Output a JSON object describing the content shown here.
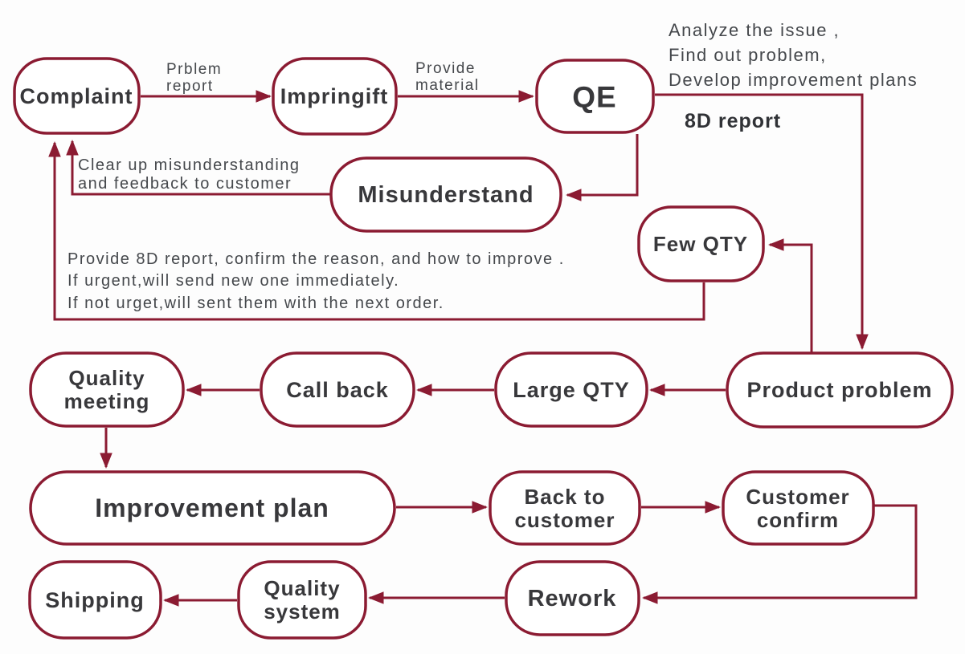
{
  "diagram": {
    "type": "flowchart",
    "subject": "customer complaint handling process",
    "colors": {
      "line": "#8b1b32",
      "node_fill": "#ffffff",
      "node_text": "#38383b",
      "annotation_text": "#45484c",
      "background": "#fdfdfd"
    },
    "nodes": {
      "complaint": {
        "label": "Complaint"
      },
      "impringift": {
        "label": "Impringift"
      },
      "qe": {
        "label": "QE"
      },
      "misunderstand": {
        "label": "Misunderstand"
      },
      "few_qty": {
        "label": "Few QTY"
      },
      "product_problem": {
        "label": "Product problem"
      },
      "large_qty": {
        "label": "Large QTY"
      },
      "call_back": {
        "label": "Call back"
      },
      "quality_meeting": {
        "lines": [
          "Quality",
          "meeting"
        ]
      },
      "improvement_plan": {
        "label": "Improvement plan"
      },
      "back_to_customer": {
        "lines": [
          "Back to",
          "customer"
        ]
      },
      "customer_confirm": {
        "lines": [
          "Customer",
          "confirm"
        ]
      },
      "rework": {
        "label": "Rework"
      },
      "quality_system": {
        "lines": [
          "Quality",
          "system"
        ]
      },
      "shipping": {
        "label": "Shipping"
      }
    },
    "edge_labels": {
      "problem_report": {
        "lines": [
          "Prblem",
          "report"
        ]
      },
      "provide_material": {
        "lines": [
          "Provide",
          "material"
        ]
      },
      "qe_actions": {
        "lines": [
          "Analyze the issue ,",
          "Find out problem,",
          "Develop improvement plans"
        ]
      },
      "report_8d": {
        "label": "8D report"
      },
      "clear_up": {
        "lines": [
          "Clear up misunderstanding",
          "and feedback to customer"
        ]
      },
      "provide_8d": {
        "lines": [
          "Provide 8D report, confirm the reason, and how to improve .",
          "If urgent,will send new one immediately.",
          "If not urget,will sent them with the next  order."
        ]
      }
    },
    "edges": [
      {
        "from": "complaint",
        "to": "impringift",
        "label": "Prblem report"
      },
      {
        "from": "impringift",
        "to": "qe",
        "label": "Provide material"
      },
      {
        "from": "qe",
        "to": "misunderstand",
        "label": ""
      },
      {
        "from": "misunderstand",
        "to": "complaint",
        "label": "Clear up misunderstanding and feedback to customer"
      },
      {
        "from": "qe",
        "to": "product_problem",
        "label": "8D report"
      },
      {
        "from": "product_problem",
        "to": "few_qty",
        "label": ""
      },
      {
        "from": "few_qty",
        "to": "complaint",
        "label": "Provide 8D report, confirm the reason, and how to improve . If urgent,will send new one immediately. If not urget,will sent them with the next  order."
      },
      {
        "from": "product_problem",
        "to": "large_qty",
        "label": ""
      },
      {
        "from": "large_qty",
        "to": "call_back",
        "label": ""
      },
      {
        "from": "call_back",
        "to": "quality_meeting",
        "label": ""
      },
      {
        "from": "quality_meeting",
        "to": "improvement_plan",
        "label": ""
      },
      {
        "from": "improvement_plan",
        "to": "back_to_customer",
        "label": ""
      },
      {
        "from": "back_to_customer",
        "to": "customer_confirm",
        "label": ""
      },
      {
        "from": "customer_confirm",
        "to": "rework",
        "label": ""
      },
      {
        "from": "rework",
        "to": "quality_system",
        "label": ""
      },
      {
        "from": "quality_system",
        "to": "shipping",
        "label": ""
      }
    ]
  }
}
